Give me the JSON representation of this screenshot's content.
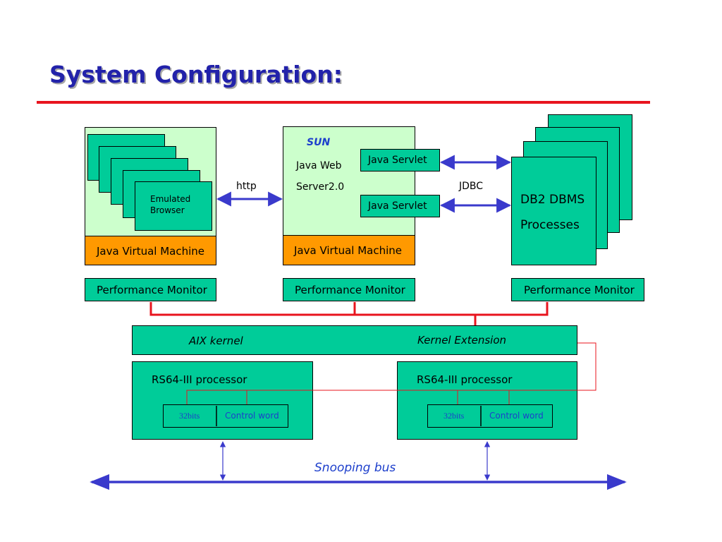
{
  "slide": {
    "title": "System Configuration:",
    "colors": {
      "title": "#2222aa",
      "rule": "#e8141e",
      "box_green": "#00cc99",
      "box_lightgreen": "#ccffcc",
      "box_orange": "#ff9900",
      "arrow_blue": "#3a3acc",
      "line_red": "#e8141e"
    }
  },
  "client": {
    "browser_label": "Emulated Browser",
    "jvm_label": "Java Virtual Machine",
    "perf_label": "Performance Monitor"
  },
  "server": {
    "vendor": "SUN",
    "name_line1": "Java Web",
    "name_line2": "Server2.0",
    "servlet1": "Java Servlet",
    "servlet2": "Java Servlet",
    "jvm_label": "Java Virtual Machine",
    "perf_label": "Performance Monitor"
  },
  "database": {
    "line1": "DB2 DBMS",
    "line2": "Processes",
    "perf_label": "Performance Monitor"
  },
  "links": {
    "http": "http",
    "jdbc": "JDBC"
  },
  "kernel": {
    "aix": "AIX kernel",
    "extension": "Kernel Extension"
  },
  "processors": [
    {
      "label": "RS64-III processor",
      "reg_left": "32bits",
      "reg_right": "Control word"
    },
    {
      "label": "RS64-III processor",
      "reg_left": "32bits",
      "reg_right": "Control word"
    }
  ],
  "bus": {
    "label": "Snooping bus"
  }
}
